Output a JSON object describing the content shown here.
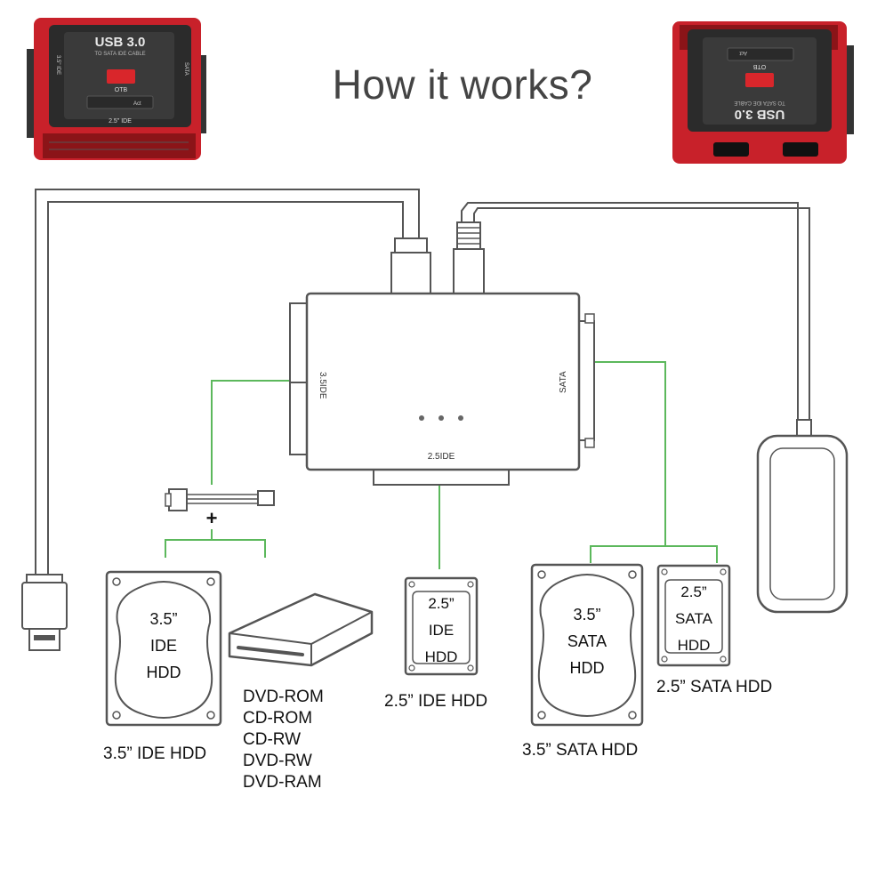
{
  "title": "How it works?",
  "product": {
    "brand_label": "USB 3.0",
    "brand_sub": "TO SATA IDE CABLE",
    "otb_label": "OTB",
    "act_label": "Act",
    "ide35_label": "3.5\" IDE",
    "ide25_label": "2.5\" IDE",
    "sata_label": "SATA"
  },
  "adapter": {
    "port_ide35": "3.5IDE",
    "port_ide25": "2.5IDE",
    "port_sata": "SATA"
  },
  "drives": {
    "ide35": {
      "size": "3.5”",
      "type": "IDE",
      "kind": "HDD",
      "caption": "3.5”  IDE HDD"
    },
    "ide25": {
      "size": "2.5”",
      "type": "IDE",
      "kind": "HDD",
      "caption": "2.5”  IDE HDD"
    },
    "sata35": {
      "size": "3.5”",
      "type": "SATA",
      "kind": "HDD",
      "caption": "3.5”  SATA HDD"
    },
    "sata25": {
      "size": "2.5”",
      "type": "SATA",
      "kind": "HDD",
      "caption": "2.5”  SATA HDD"
    }
  },
  "plus_sign": "+",
  "optical_media": [
    "DVD-ROM",
    "CD-ROM",
    "CD-RW",
    "DVD-RW",
    "DVD-RAM"
  ],
  "colors": {
    "link_green": "#5cb85c",
    "case_red": "#d9262b",
    "case_black": "#2a2a2a",
    "line_gray": "#555555"
  }
}
